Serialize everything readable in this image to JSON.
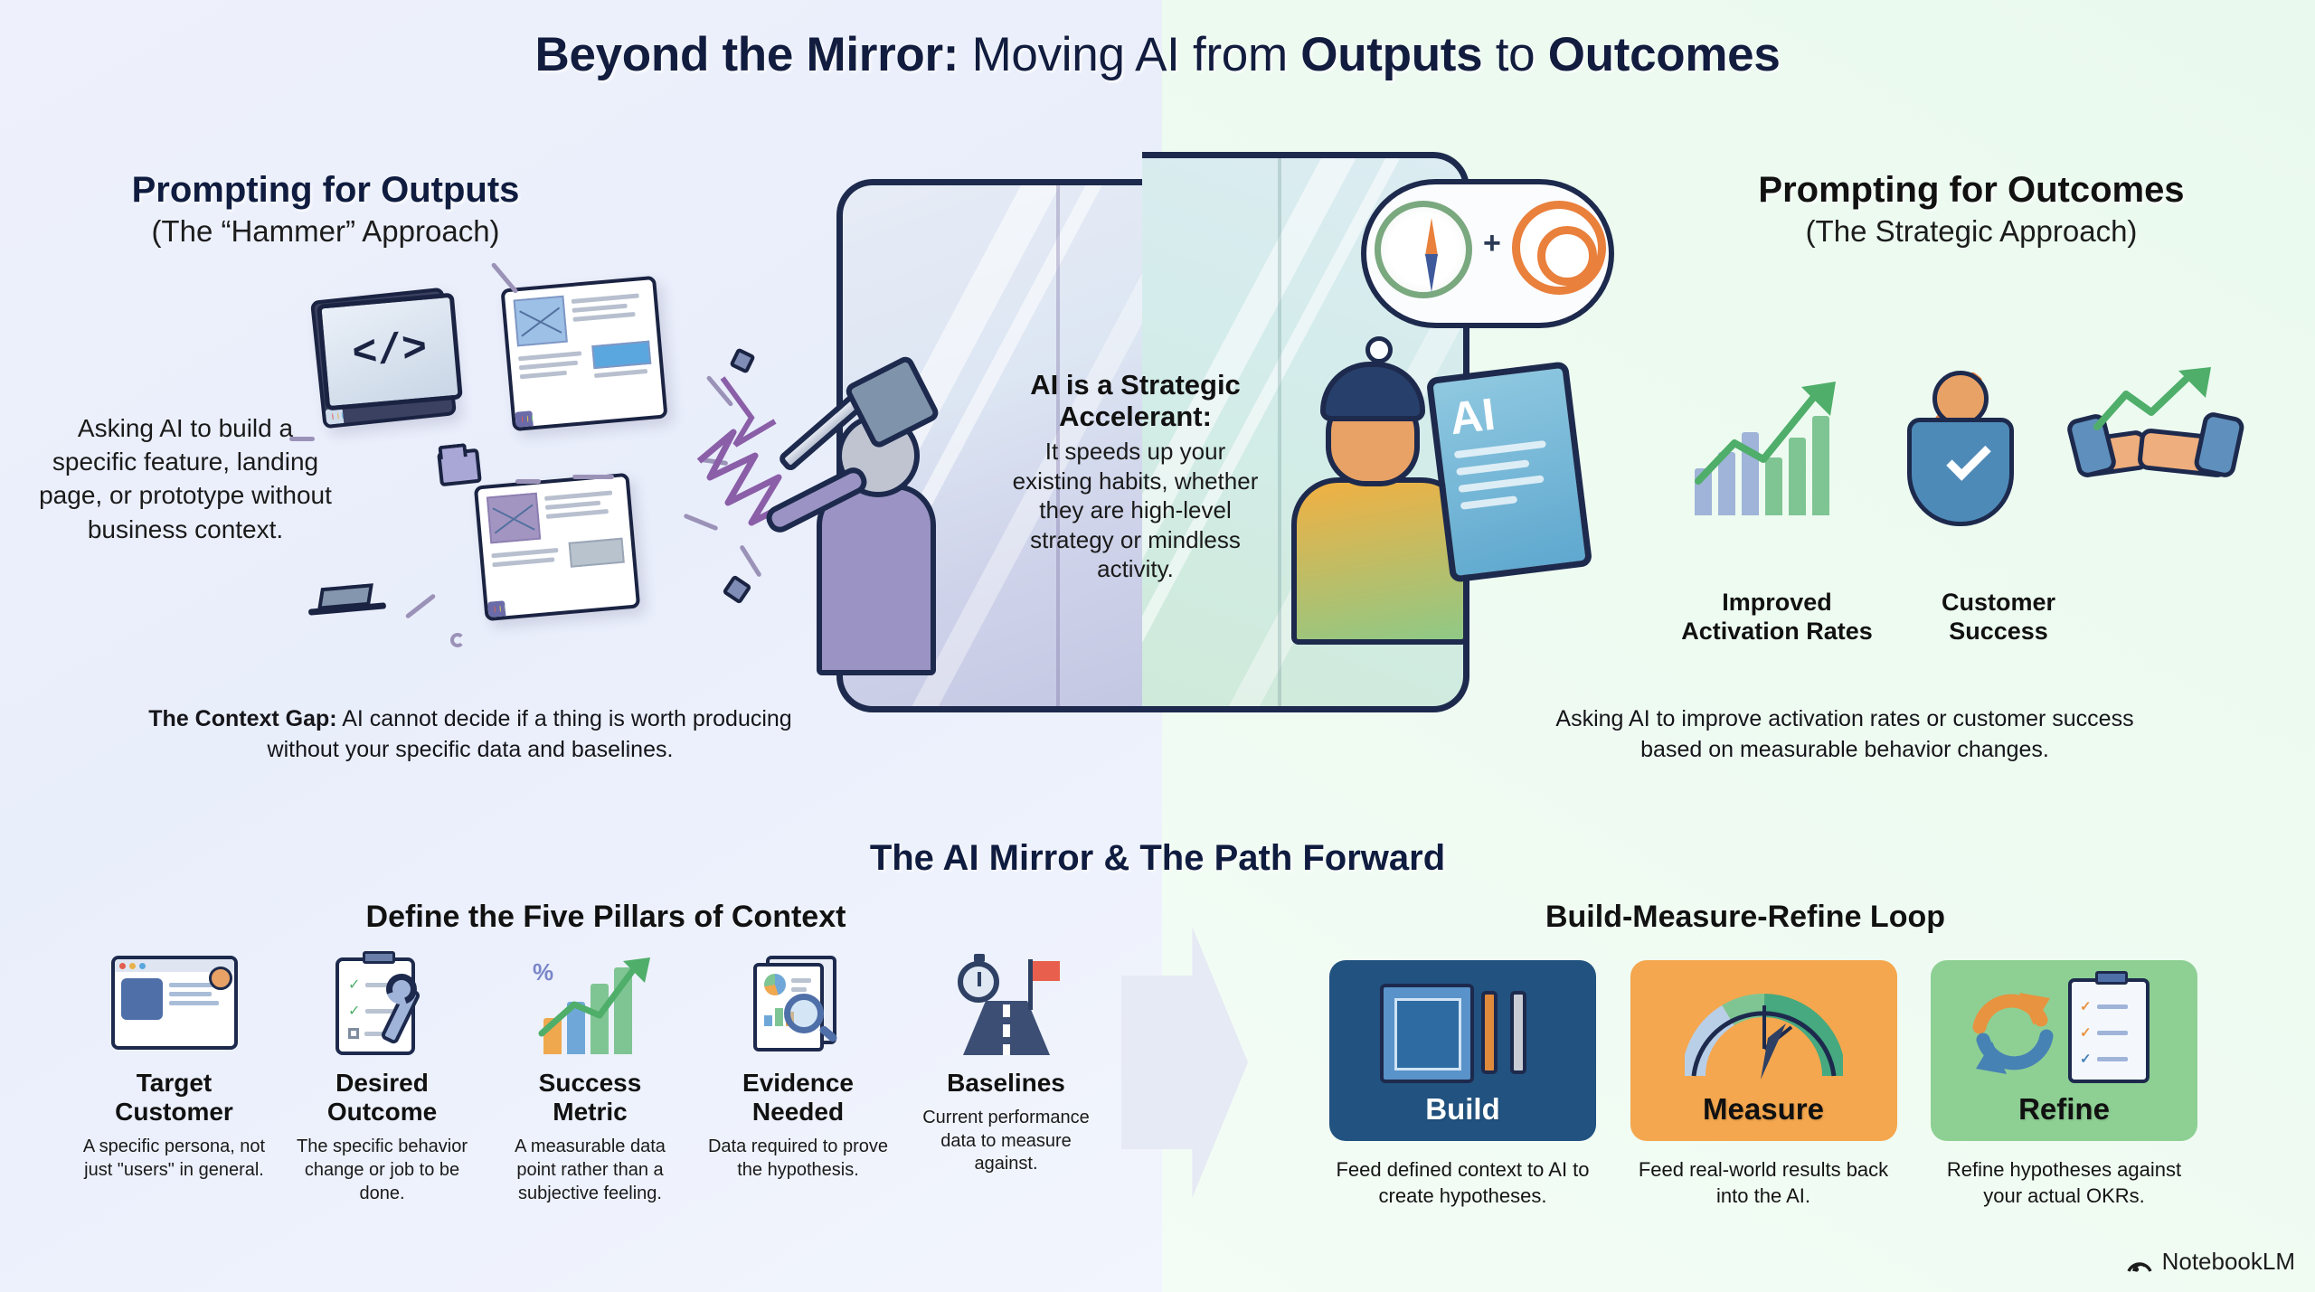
{
  "title": {
    "part1": "Beyond the Mirror:",
    "part2": " Moving AI from ",
    "part3": "Outputs",
    "part4": " to ",
    "part5": "Outcomes"
  },
  "left": {
    "heading": "Prompting for Outputs",
    "subheading": "(The “Hammer” Approach)",
    "blurb": "Asking AI to build a specific feature, landing page, or prototype without business context.",
    "footnote_bold": "The Context Gap:",
    "footnote_rest": " AI cannot decide if a thing is worth producing without your specific data and baselines.",
    "icons": {
      "code_window": "code-window-icon",
      "browser_window": "browser-window-icon",
      "monitor": "monitor-code-icon",
      "folder": "folder-icon",
      "monitor_glyph": "</>"
    }
  },
  "right": {
    "heading": "Prompting for Outcomes",
    "subheading": "(The Strategic Approach)",
    "footnote": "Asking AI to improve activation rates or customer success based on measurable behavior changes.",
    "icons": [
      {
        "name": "growth-chart-icon",
        "label": "Improved\nActivation Rates",
        "label_line1": "Improved",
        "label_line2": "Activation Rates"
      },
      {
        "name": "shield-person-icon",
        "label_line1": "Customer",
        "label_line2": "Success"
      },
      {
        "name": "handshake-icon",
        "label_line1": "",
        "label_line2": ""
      }
    ]
  },
  "mirror": {
    "heading": "AI is a Strategic Accelerant:",
    "body": "It speeds up your existing habits, whether they are high-level strategy or mindless activity.",
    "tablet_label": "AI",
    "thought_icons": [
      "compass-icon",
      "plus-icon",
      "target-icon"
    ]
  },
  "bottom": {
    "title": "The AI Mirror & The Path Forward",
    "pillars_heading": "Define the Five Pillars of Context",
    "loop_heading": "Build-Measure-Refine Loop",
    "pillars": [
      {
        "icon": "user-profile-card-icon",
        "name_line1": "Target",
        "name_line2": "Customer",
        "desc": "A specific persona, not just \"users\" in general."
      },
      {
        "icon": "clipboard-wrench-icon",
        "name_line1": "Desired",
        "name_line2": "Outcome",
        "desc": "The specific behavior change or job to be done."
      },
      {
        "icon": "bar-chart-arrow-icon",
        "name_line1": "Success",
        "name_line2": "Metric",
        "desc": "A measurable data point rather than a subjective feeling."
      },
      {
        "icon": "documents-magnifier-icon",
        "name_line1": "Evidence",
        "name_line2": "Needed",
        "desc": "Data required to prove the hypothesis."
      },
      {
        "icon": "stopwatch-road-flag-icon",
        "name_line1": "Baselines",
        "name_line2": "",
        "desc": "Current performance data to measure against."
      }
    ],
    "loop_cards": [
      {
        "icon": "blueprint-tools-icon",
        "label": "Build",
        "caption": "Feed defined context to AI to create hypotheses.",
        "bg": "#215280",
        "text_color": "#ffffff"
      },
      {
        "icon": "gauge-icon",
        "label": "Measure",
        "caption": "Feed real-world results back into the AI.",
        "bg": "#f2a council",
        "text_color": "#111111"
      },
      {
        "icon": "refresh-checklist-icon",
        "label": "Refine",
        "caption": "Refine hypotheses against your actual OKRs.",
        "bg": "#8ed094",
        "text_color": "#111111"
      }
    ],
    "loop_card_colors": [
      "#215280",
      "#f4a council",
      "#8ed094"
    ]
  },
  "watermark": {
    "label": "NotebookLM",
    "icon": "notebooklm-icon"
  },
  "colors": {
    "navy": "#0f1c3f",
    "left_bg": "#eef1fb",
    "right_bg": "#eafaee",
    "build_blue": "#215280",
    "measure_orange": "#f5a council",
    "refine_green": "#8ed094",
    "accent_orange": "#e9803c",
    "accent_green": "#5bb27a"
  }
}
